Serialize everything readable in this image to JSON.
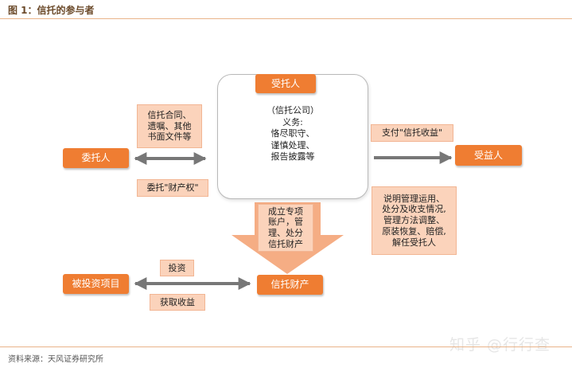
{
  "figure": {
    "title": "图 1：信托的参与者",
    "source": "资料来源：天风证券研究所",
    "watermark": "知乎 @行行查"
  },
  "nodes": {
    "trustor": "委托人",
    "trustee": "受托人",
    "trustee_detail": "（信托公司）\n义务:\n恪尽职守、\n谨慎处理、\n报告披露等",
    "beneficiary": "受益人",
    "trust_property": "信托财产",
    "investee": "被投资项目"
  },
  "labels": {
    "trust_documents": "信托合同、\n遗嘱、其他\n书面文件等",
    "entrust_property": "委托\"财产权\"",
    "pay_income": "支付\"信托收益\"",
    "explain_duties": "说明管理运用、\n处分及收支情况,\n管理方法调整、\n原装恢复、赔偿,\n解任受托人",
    "establish_account": "成立专项\n账户，管\n理、处分\n信托财产",
    "invest": "投资",
    "obtain_income": "获取收益"
  },
  "colors": {
    "node_fill": "#ef7d32",
    "label_fill": "#fbd3bb",
    "arrow": "#777777",
    "big_arrow": "#f4a97d"
  }
}
